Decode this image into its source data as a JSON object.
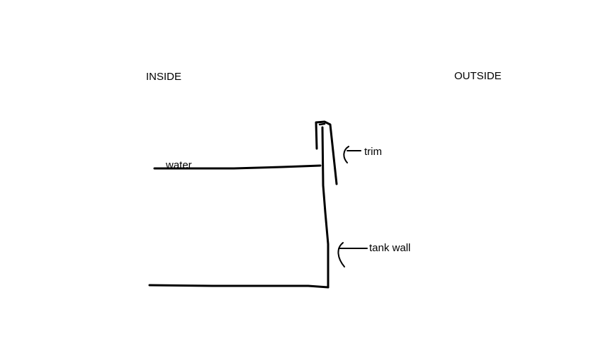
{
  "labels": {
    "inside": "INSIDE",
    "outside": "OUTSIDE",
    "water": "water",
    "trim": "trim",
    "tank_wall": "tank wall"
  },
  "colors": {
    "ink": "#000000",
    "background": "#ffffff"
  }
}
